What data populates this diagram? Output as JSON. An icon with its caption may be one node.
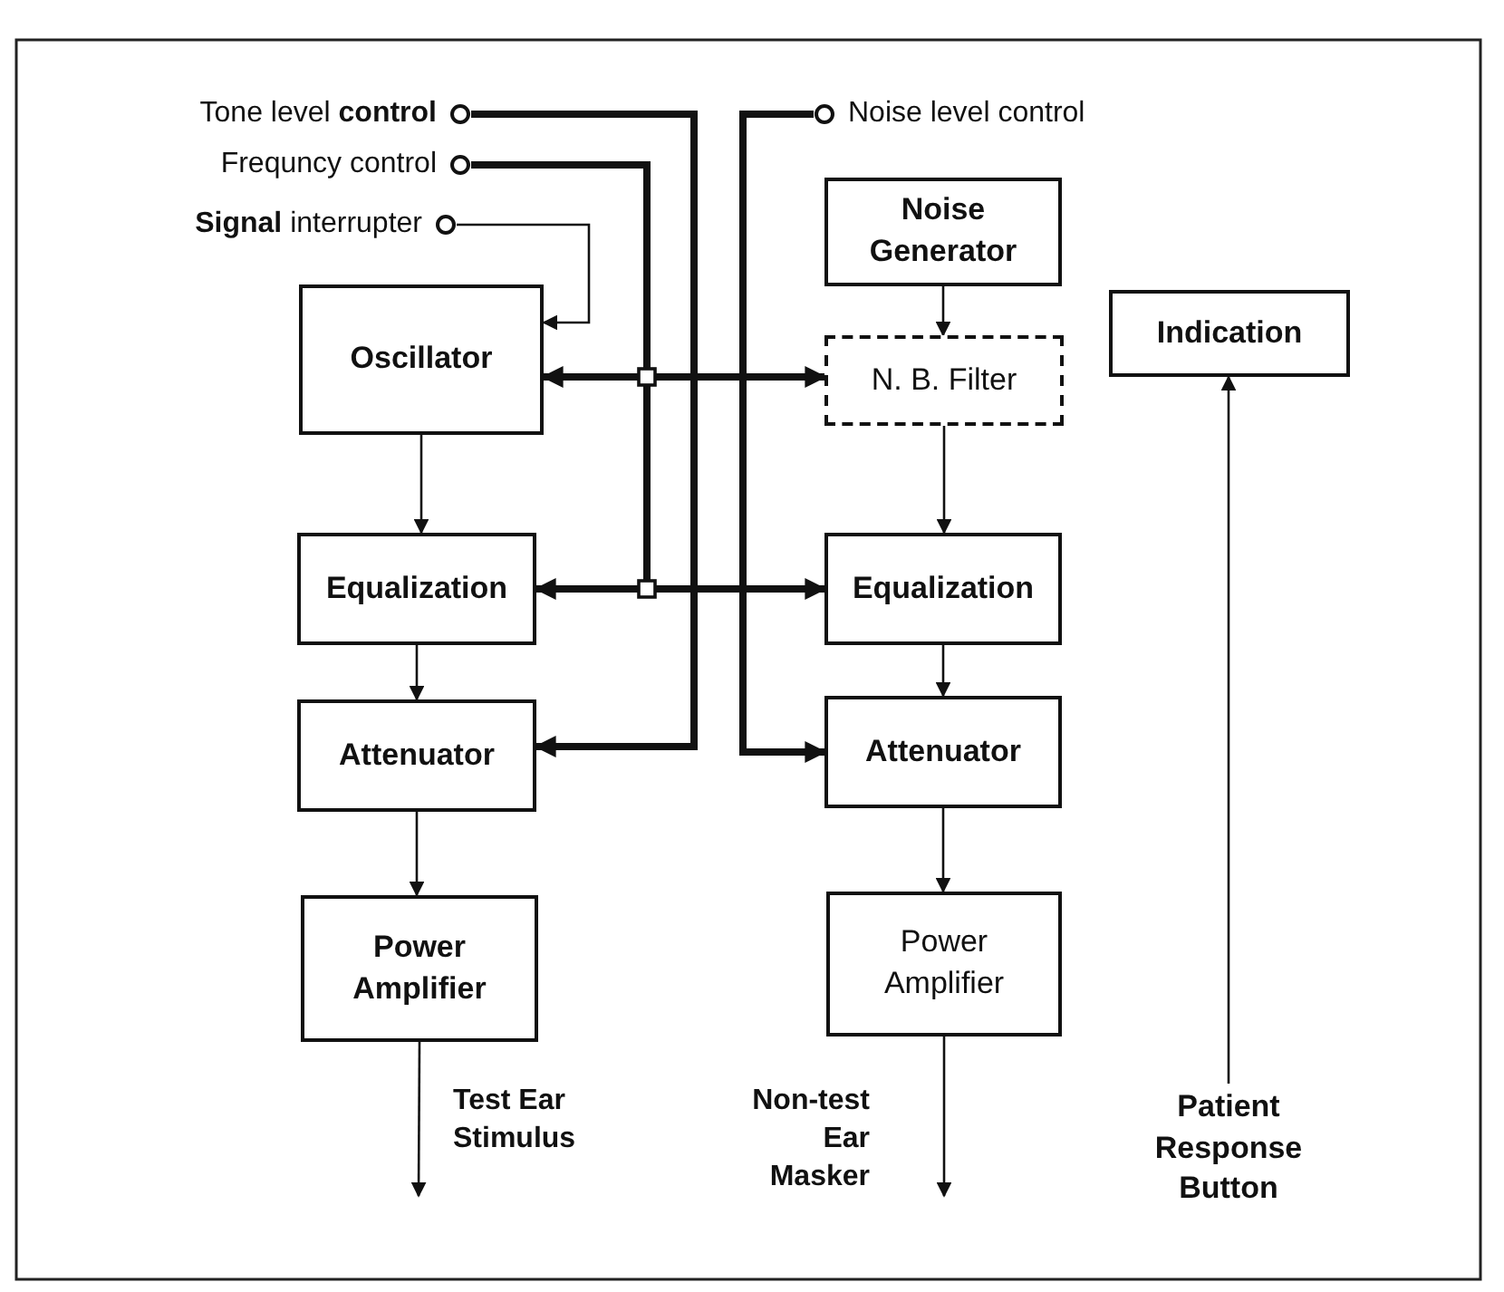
{
  "diagram": {
    "nodes": [
      {
        "text": [
          "Tone level **control**"
        ]
      },
      {
        "text": [
          "Frequncy control"
        ]
      },
      {
        "text": [
          "**Signal** interrupter"
        ]
      },
      {
        "text": [
          "Noise level control"
        ]
      },
      {
        "text": [
          "Oscillator"
        ]
      },
      {
        "text": [
          "Noise Generator"
        ]
      },
      {
        "text": [
          "N. B. Filter"
        ]
      },
      {
        "text": [
          "Indication"
        ]
      },
      {
        "text": [
          "Equalization"
        ]
      },
      {
        "text": [
          "Equalization"
        ]
      },
      {
        "text": [
          "Attenuator"
        ]
      },
      {
        "text": [
          "Attenuator"
        ]
      },
      {
        "text": [
          "Power Amplifier"
        ]
      },
      {
        "text": [
          "Power Amplifier"
        ]
      },
      {
        "text": [
          "Patient Response Button"
        ]
      }
    ],
    "edges": [
      {
        "from": 0,
        "to": 10,
        "arrow": "to",
        "style": "thick"
      },
      {
        "from": 1,
        "to": 4,
        "arrow": "to",
        "style": "thick"
      },
      {
        "from": 1,
        "to": 6,
        "arrow": "to",
        "style": "thick"
      },
      {
        "from": 1,
        "to": 8,
        "arrow": "to",
        "style": "thick"
      },
      {
        "from": 1,
        "to": 9,
        "arrow": "to",
        "style": "thick"
      },
      {
        "from": 2,
        "to": 4,
        "arrow": "to"
      },
      {
        "from": 3,
        "to": 11,
        "arrow": "to",
        "style": "thick"
      },
      {
        "from": 4,
        "to": 8,
        "arrow": "to"
      },
      {
        "from": 8,
        "to": 10,
        "arrow": "to"
      },
      {
        "from": 10,
        "to": 12,
        "arrow": "to"
      },
      {
        "from": 5,
        "to": 6,
        "arrow": "to"
      },
      {
        "from": 6,
        "to": 9,
        "arrow": "to"
      },
      {
        "from": 9,
        "to": 11,
        "arrow": "to"
      },
      {
        "from": 11,
        "to": 13,
        "arrow": "to"
      },
      {
        "from": 12,
        "to": null,
        "arrow": "to"
      },
      {
        "from": 13,
        "to": null,
        "arrow": "to"
      },
      {
        "from": 14,
        "to": 7,
        "arrow": "to"
      }
    ],
    "labels": [
      "Test Ear Stimulus",
      "Non-test Ear Masker"
    ]
  }
}
